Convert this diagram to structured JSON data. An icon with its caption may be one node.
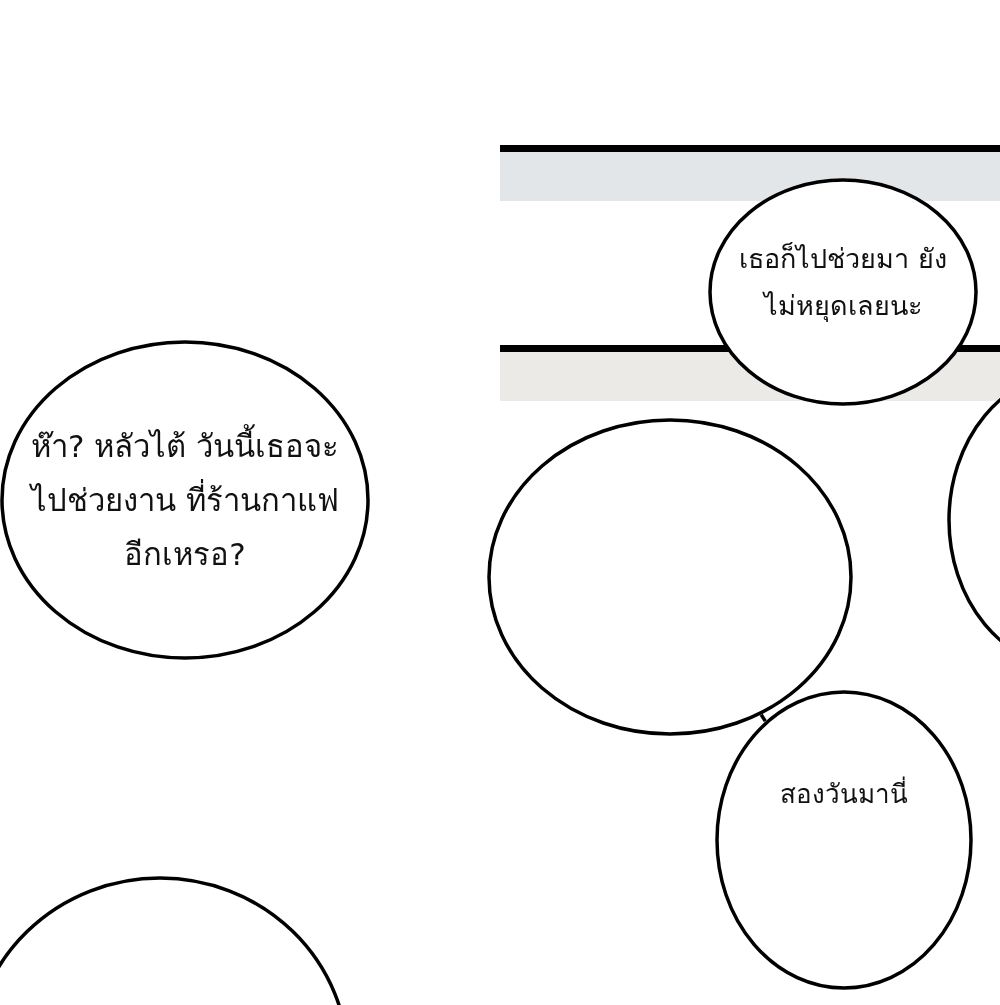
{
  "diagram": {
    "nodes": [
      {
        "text": [
          "เธอก็ไปช่วยมา ยังไม่หยุดเลยนะ"
        ]
      },
      {
        "text": [
          "ห๊า? หลัวไต้ วันนี้เธอจะไปช่วยงาน ที่ร้านกาแฟอีกเหรอ?"
        ]
      },
      {
        "text": [],
        "shape": "circle"
      },
      {
        "text": [],
        "shape": "circle"
      },
      {
        "text": [
          "สองวันมานี่"
        ]
      },
      {
        "text": [],
        "shape": "circle"
      }
    ],
    "edges": [
      {
        "from": 3,
        "to": 4,
        "arrow": "none"
      }
    ]
  }
}
